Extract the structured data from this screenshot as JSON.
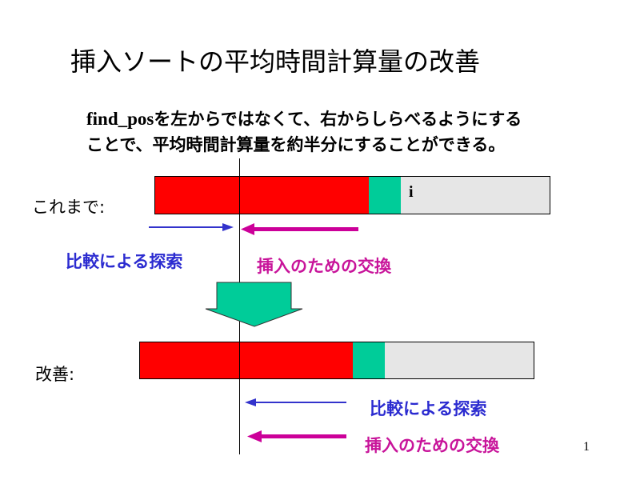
{
  "slide": {
    "title": "挿入ソートの平均時間計算量の改善",
    "intro": {
      "line1_code": "find_pos",
      "line1_text": "を左からではなくて、右からしらべるようにする",
      "line2": "ことで、平均時間計算量を約半分にすることができる。"
    },
    "before": {
      "label": "これまで:",
      "element_label": "i",
      "compare_label": "比較による探索",
      "swap_label": "挿入のための交換"
    },
    "after": {
      "label": "改善:",
      "compare_label": "比較による探索",
      "swap_label": "挿入のための交換"
    },
    "page_number": "1"
  },
  "colors": {
    "sorted": "#ff0000",
    "current": "#00cc99",
    "unsorted": "#e6e6e6",
    "compare_arrow": "#3333cc",
    "swap_arrow": "#cc0099",
    "transition_arrow": "#00cc99"
  }
}
